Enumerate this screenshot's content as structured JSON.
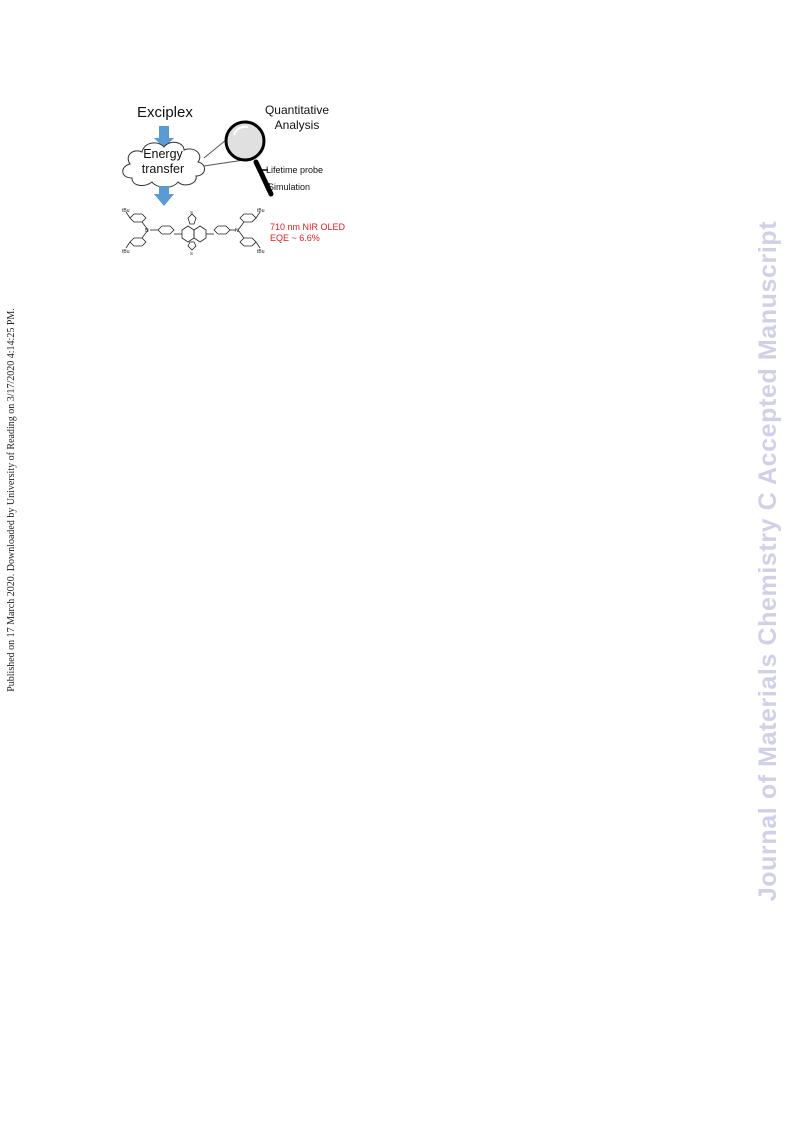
{
  "side_note": "Published on 17 March 2020. Downloaded by University of Reading on 3/17/2020 4:14:25 PM.",
  "watermark": "Journal of Materials Chemistry C Accepted Manuscript",
  "toc": {
    "exciplex_label": "Exciplex",
    "cloud_line1": "Energy",
    "cloud_line2": "transfer",
    "analysis_line1": "Quantitative",
    "analysis_line2": "Analysis",
    "probe_label": "Lifetime probe",
    "simulation_label": "Simulation",
    "oled_line1": "710 nm NIR OLED",
    "oled_line2": "EQE ~ 6.6%",
    "tbu_label": "tBu",
    "n_label": "N",
    "s_label": "S"
  },
  "colors": {
    "arrow": "#5b9bd5",
    "highlight_text": "#e02020",
    "watermark": "#d0d0e8"
  }
}
